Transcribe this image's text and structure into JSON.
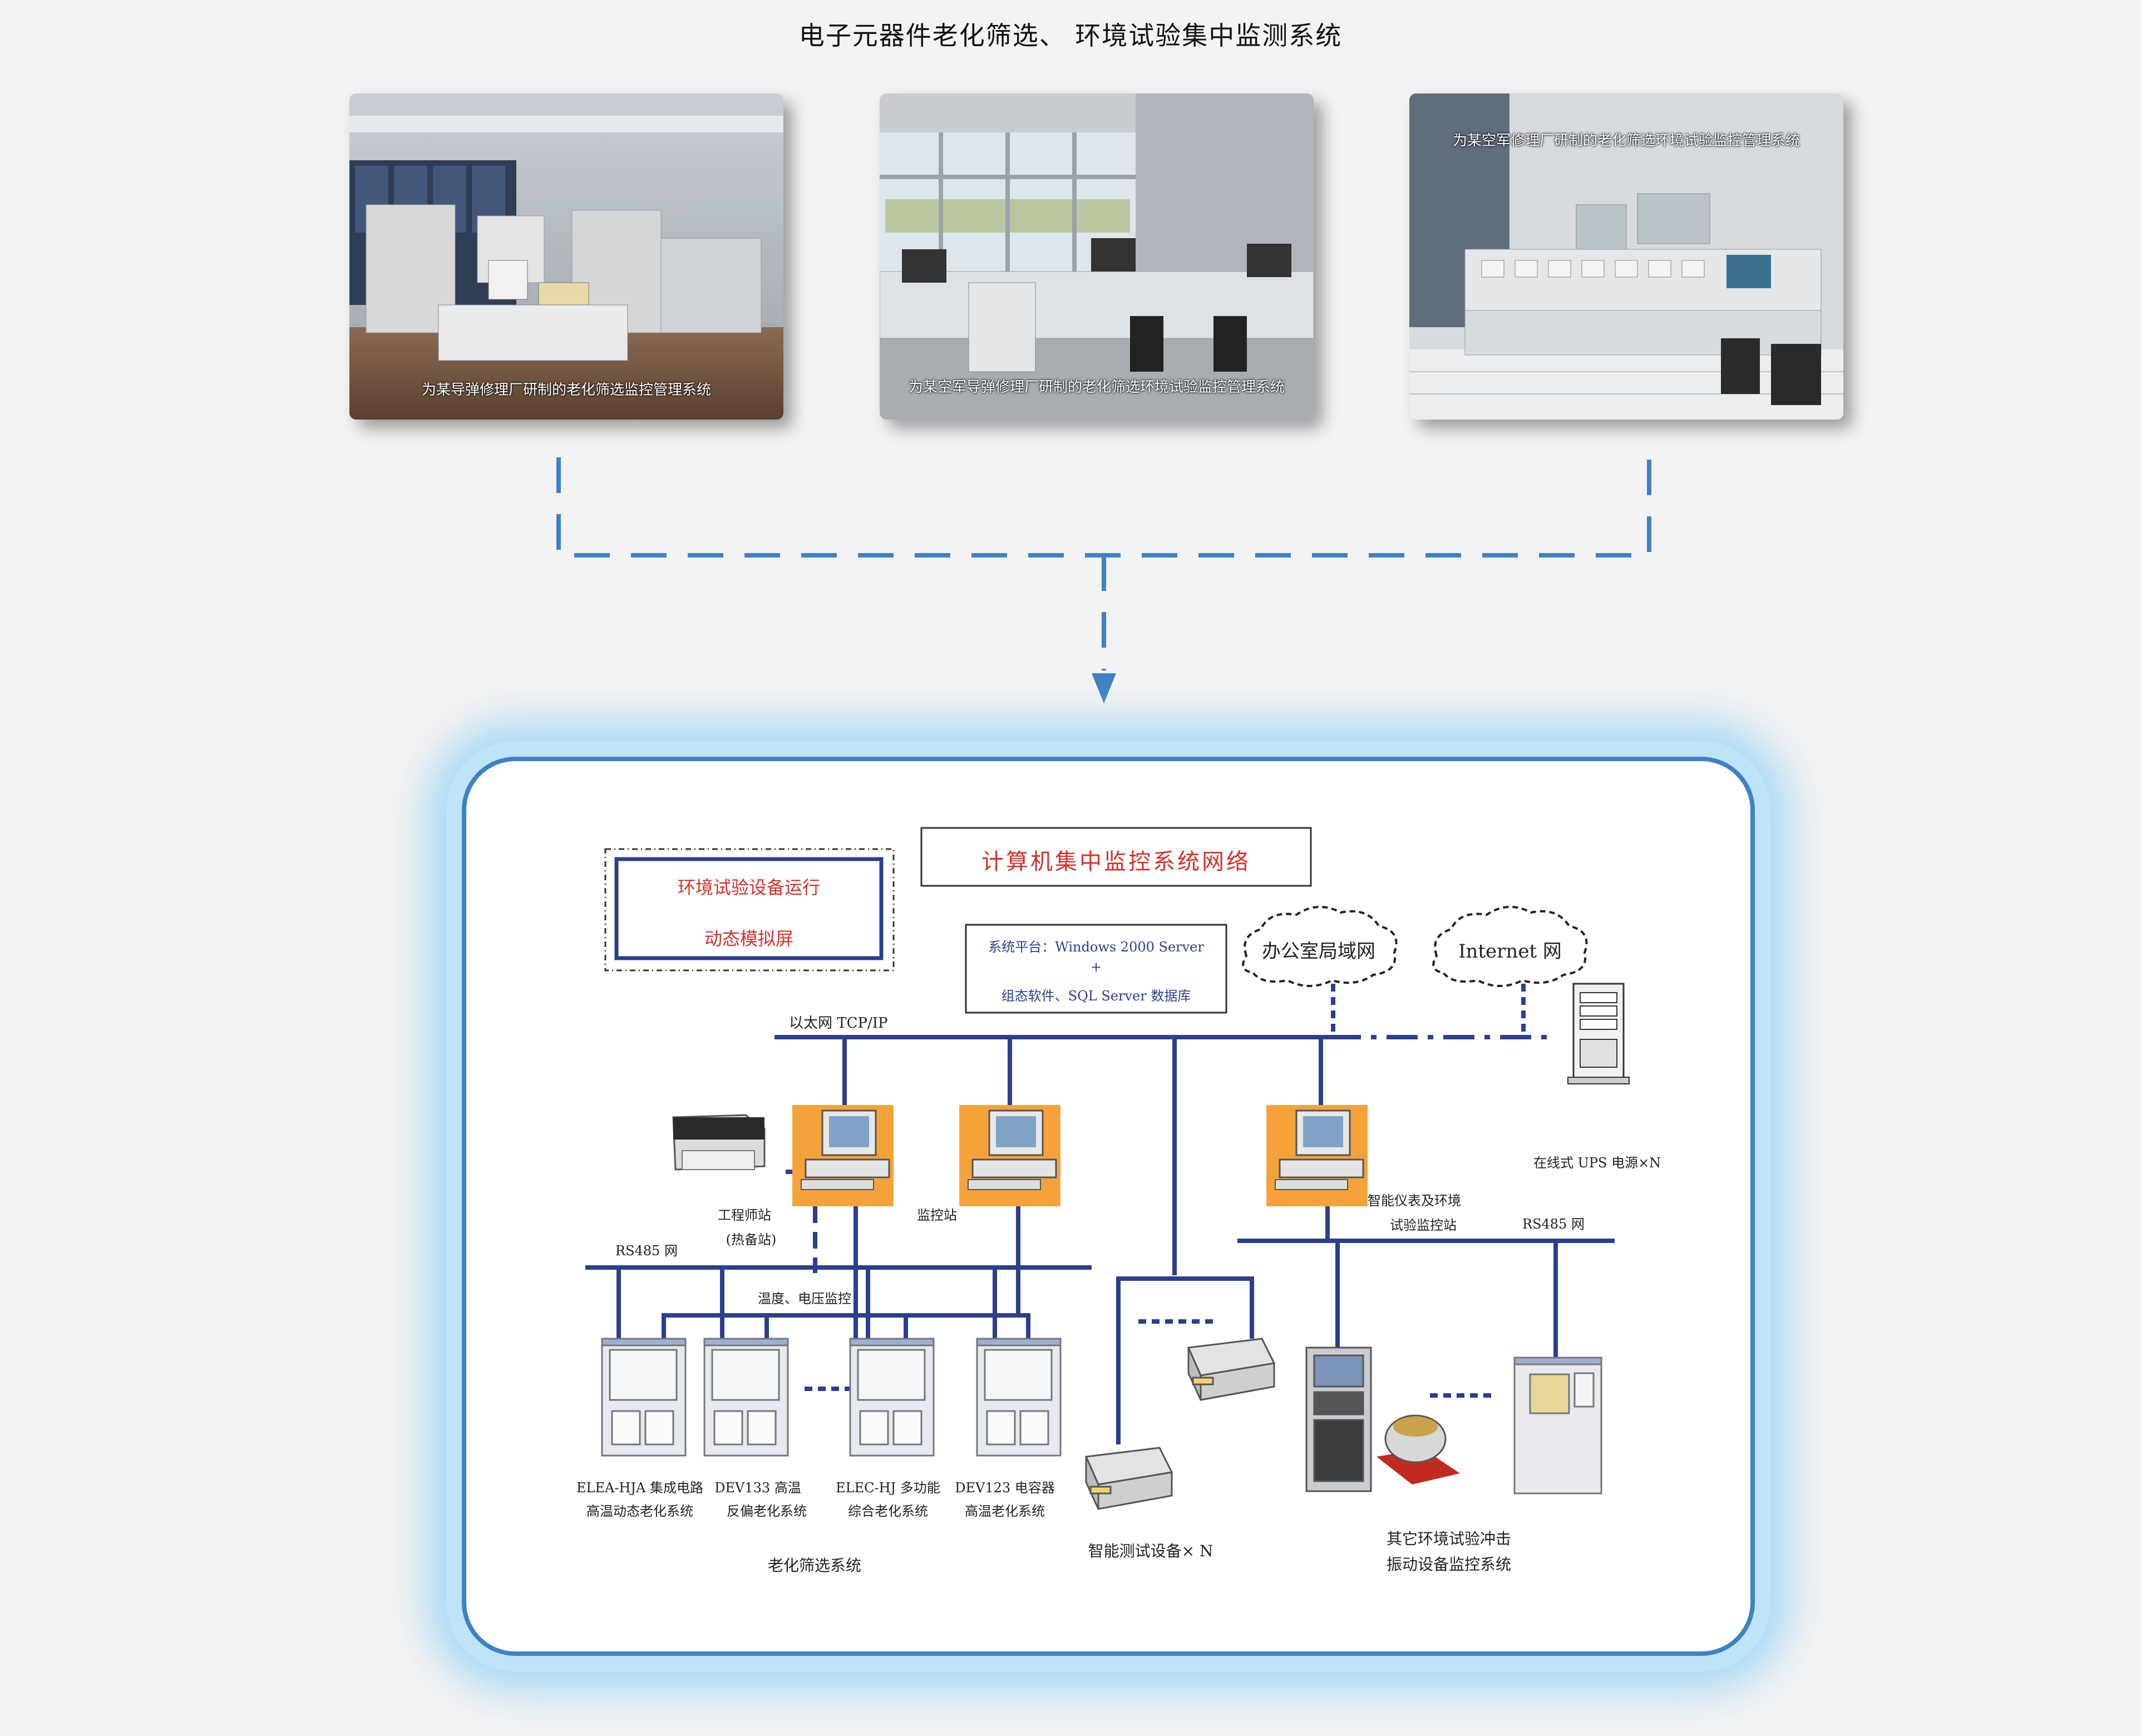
{
  "page": {
    "title": "电子元器件老化筛选、 环境试验集中监测系统"
  },
  "photos": [
    {
      "caption": "为某导弹修理厂研制的老化筛选监控管理系统"
    },
    {
      "caption": "为某空军导弹修理厂研制的老化筛选环境试验监控管理系统"
    },
    {
      "caption": "为某空军修理厂研制的老化筛选环境试验监控管理系统"
    }
  ],
  "diagram": {
    "title": "计算机集中监控系统网络",
    "sim_screen": {
      "line1": "环境试验设备运行",
      "line2": "动态模拟屏"
    },
    "platform": {
      "line1": "系统平台：Windows 2000 Server",
      "line2": "+",
      "line3": "组态软件、SQL Server 数据库"
    },
    "clouds": {
      "office": "办公室局域网",
      "internet": "Internet 网"
    },
    "ethernet": "以太网  TCP/IP",
    "ups": "在线式 UPS 电源×N",
    "stations": {
      "engineer": {
        "line1": "工程师站",
        "line2": "(热备站)"
      },
      "monitor": "监控站",
      "smart": {
        "line1": "智能仪表及环境",
        "line2": "试验监控站"
      }
    },
    "rs485_left": "RS485  网",
    "rs485_right": "RS485  网",
    "temp_voltage": "温度、电压监控",
    "aging_systems": [
      {
        "line1": "ELEA-HJA 集成电路",
        "line2": "高温动态老化系统"
      },
      {
        "line1": "DEV133 高温",
        "line2": "反偏老化系统"
      },
      {
        "line1": "ELEC-HJ 多功能",
        "line2": "综合老化系统"
      },
      {
        "line1": "DEV123 电容器",
        "line2": "高温老化系统"
      }
    ],
    "aging_group": "老化筛选系统",
    "smart_test": "智能测试设备×  N",
    "other_env": {
      "line1": "其它环境试验冲击",
      "line2": "振动设备监控系统"
    }
  },
  "colors": {
    "accent": "#3e82c4",
    "network": "#2c3f8c",
    "red_text": "#d2322d",
    "glow": "#bfe4f8"
  }
}
